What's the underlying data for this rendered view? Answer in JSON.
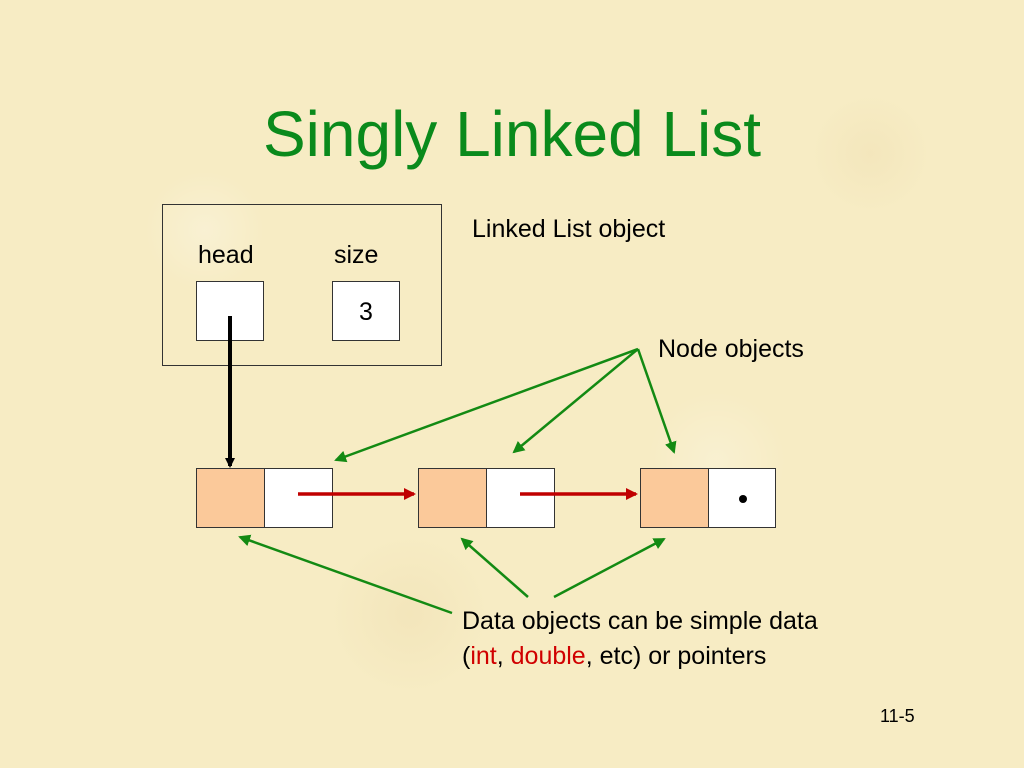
{
  "title": "Singly Linked List",
  "linked_list_label": "Linked List object",
  "fields": {
    "head_label": "head",
    "size_label": "size",
    "size_value": "3"
  },
  "node_objects_label": "Node objects",
  "data_note": {
    "line1": "Data objects can be simple data",
    "line2_open": "(",
    "int_word": "int",
    "comma": ", ",
    "double_word": "double",
    "line2_rest": ", etc) or pointers"
  },
  "page_number": "11-5",
  "colors": {
    "title": "#0a8a1c",
    "pointer_arrow": "#000000",
    "next_arrow": "#c00000",
    "annotation_arrow": "#138a13",
    "node_data_fill": "#fbc99a",
    "highlight_text": "#d00000"
  }
}
